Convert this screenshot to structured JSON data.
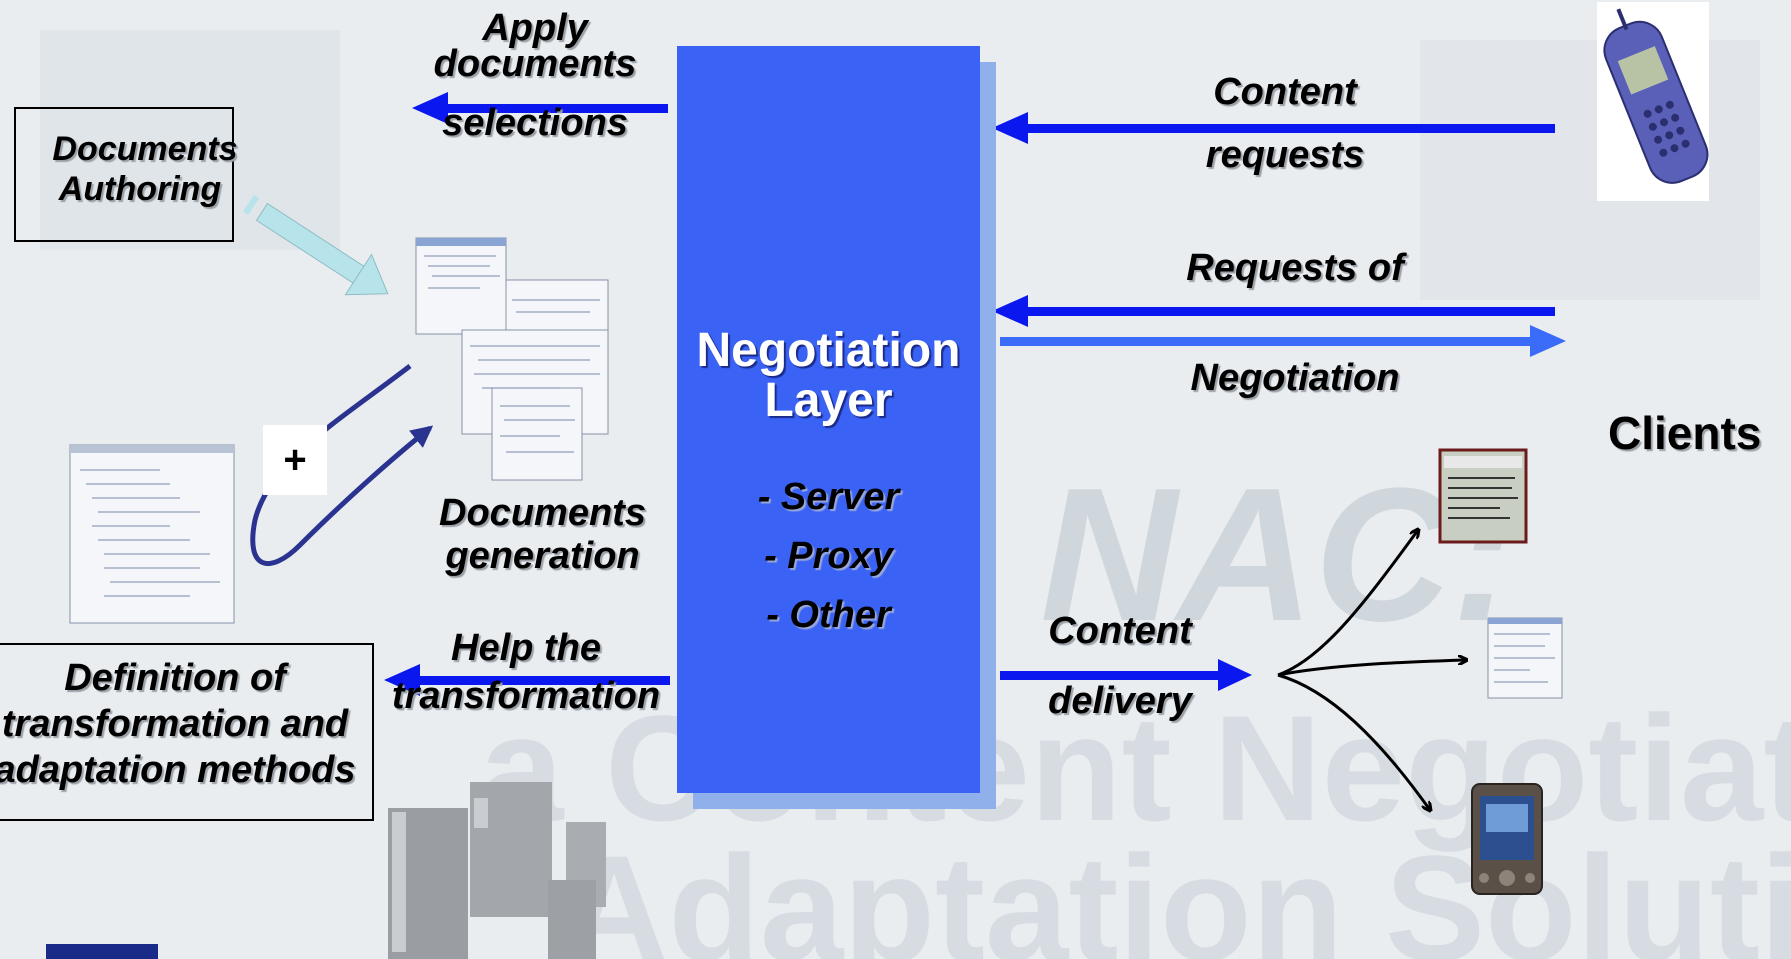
{
  "negotiation_layer": {
    "title_line1": "Negotiation",
    "title_line2": "Layer",
    "items": [
      "- Server",
      "- Proxy",
      "- Other"
    ]
  },
  "left": {
    "documents_authoring": [
      "Documents",
      "Authoring"
    ],
    "apply_selections": [
      "Apply",
      "documents",
      "selections"
    ],
    "documents_generation": [
      "Documents",
      "generation"
    ],
    "help_transformation": [
      "Help the",
      "transformation"
    ],
    "definition": [
      "Definition of",
      "transformation and",
      "adaptation methods"
    ],
    "plus_sign": "+"
  },
  "right": {
    "content_requests": [
      "Content",
      "requests"
    ],
    "requests_negotiation": [
      "Requests of",
      "Negotiation"
    ],
    "content_delivery": [
      "Content",
      "delivery"
    ],
    "clients_label": "Clients"
  },
  "watermark": {
    "line1": "NAC:",
    "line2": "a Content Negotiation",
    "line3": "Adaptation Solution"
  },
  "colors": {
    "layer_blue": "#3a63f6",
    "arrow_blue": "#0a17ee",
    "arrow_light_blue": "#3b6cf9",
    "authoring_arrow": "#b7e3ea",
    "loop_arrow": "#2b3390"
  }
}
